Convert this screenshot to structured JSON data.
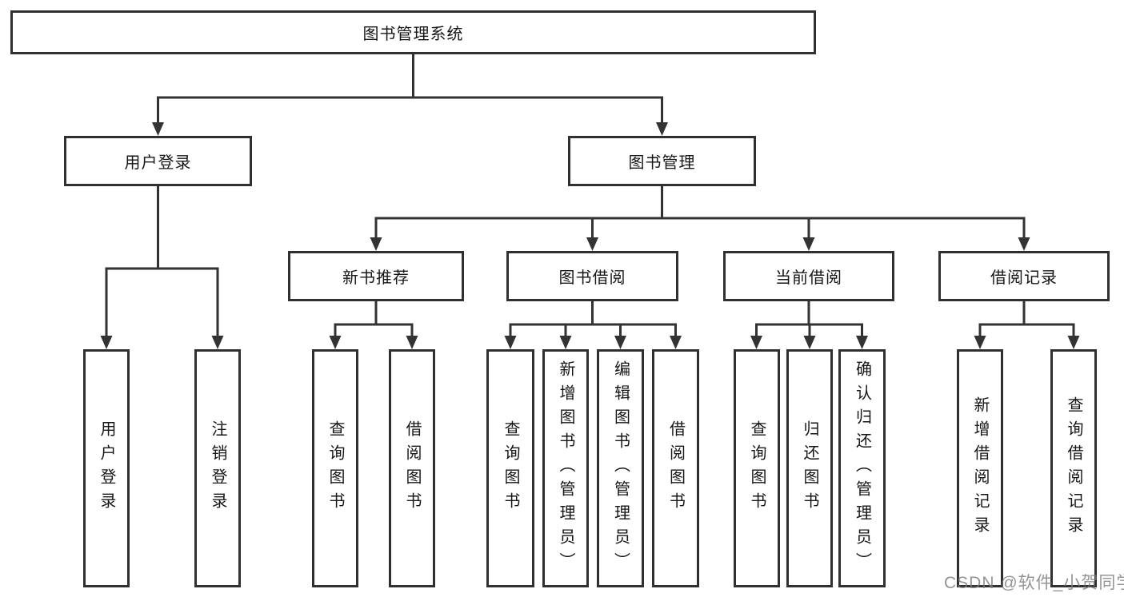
{
  "diagram": {
    "root": {
      "label": "图书管理系统"
    },
    "level2": [
      {
        "label": "用户登录",
        "leaves": [
          "用户登录",
          "注销登录"
        ]
      },
      {
        "label": "图书管理",
        "groups": [
          {
            "label": "新书推荐",
            "leaves": [
              "查询图书",
              "借阅图书"
            ]
          },
          {
            "label": "图书借阅",
            "leaves": [
              "查询图书",
              "新增图书（管理员）",
              "编辑图书（管理员）",
              "借阅图书"
            ]
          },
          {
            "label": "当前借阅",
            "leaves": [
              "查询图书",
              "归还图书",
              "确认归还（管理员）"
            ]
          },
          {
            "label": "借阅记录",
            "leaves": [
              "新增借阅记录",
              "查询借阅记录"
            ]
          }
        ]
      }
    ]
  },
  "watermark": "CSDN @软件_小贺同学",
  "colors": {
    "line": "#333333",
    "border": "#303030",
    "text": "#161616",
    "watermark": "#7d7d7d",
    "background": "#ffffff"
  }
}
